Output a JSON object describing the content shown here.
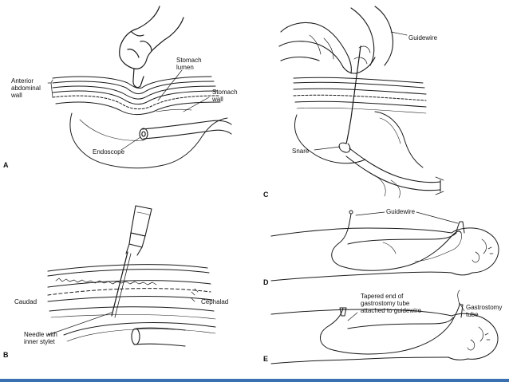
{
  "panels": {
    "A": {
      "letter": "A",
      "labels": {
        "stomach_lumen_1": "Stomach",
        "stomach_lumen_2": "lumen",
        "anterior_1": "Anterior",
        "anterior_2": "abdominal",
        "anterior_3": "wall",
        "stomach_wall_1": "Stomach",
        "stomach_wall_2": "wall",
        "endoscope": "Endoscope"
      }
    },
    "B": {
      "letter": "B",
      "labels": {
        "caudad": "Caudad",
        "cephalad": "Cephalad",
        "needle_1": "Needle with",
        "needle_2": "inner stylet"
      }
    },
    "C": {
      "letter": "C",
      "labels": {
        "guidewire": "Guidewire",
        "snare": "Snare"
      }
    },
    "D": {
      "letter": "D",
      "labels": {
        "guidewire": "Guidewire"
      }
    },
    "E": {
      "letter": "E",
      "labels": {
        "tapered_1": "Tapered end of",
        "tapered_2": "gastrostomy tube",
        "tapered_3": "attached to guidewire",
        "gastrostomy_1": "Gastrostomy",
        "gastrostomy_2": "tube"
      }
    }
  },
  "colors": {
    "ink": "#1a1a1a",
    "bottom_bar": "#3a6fb0"
  }
}
